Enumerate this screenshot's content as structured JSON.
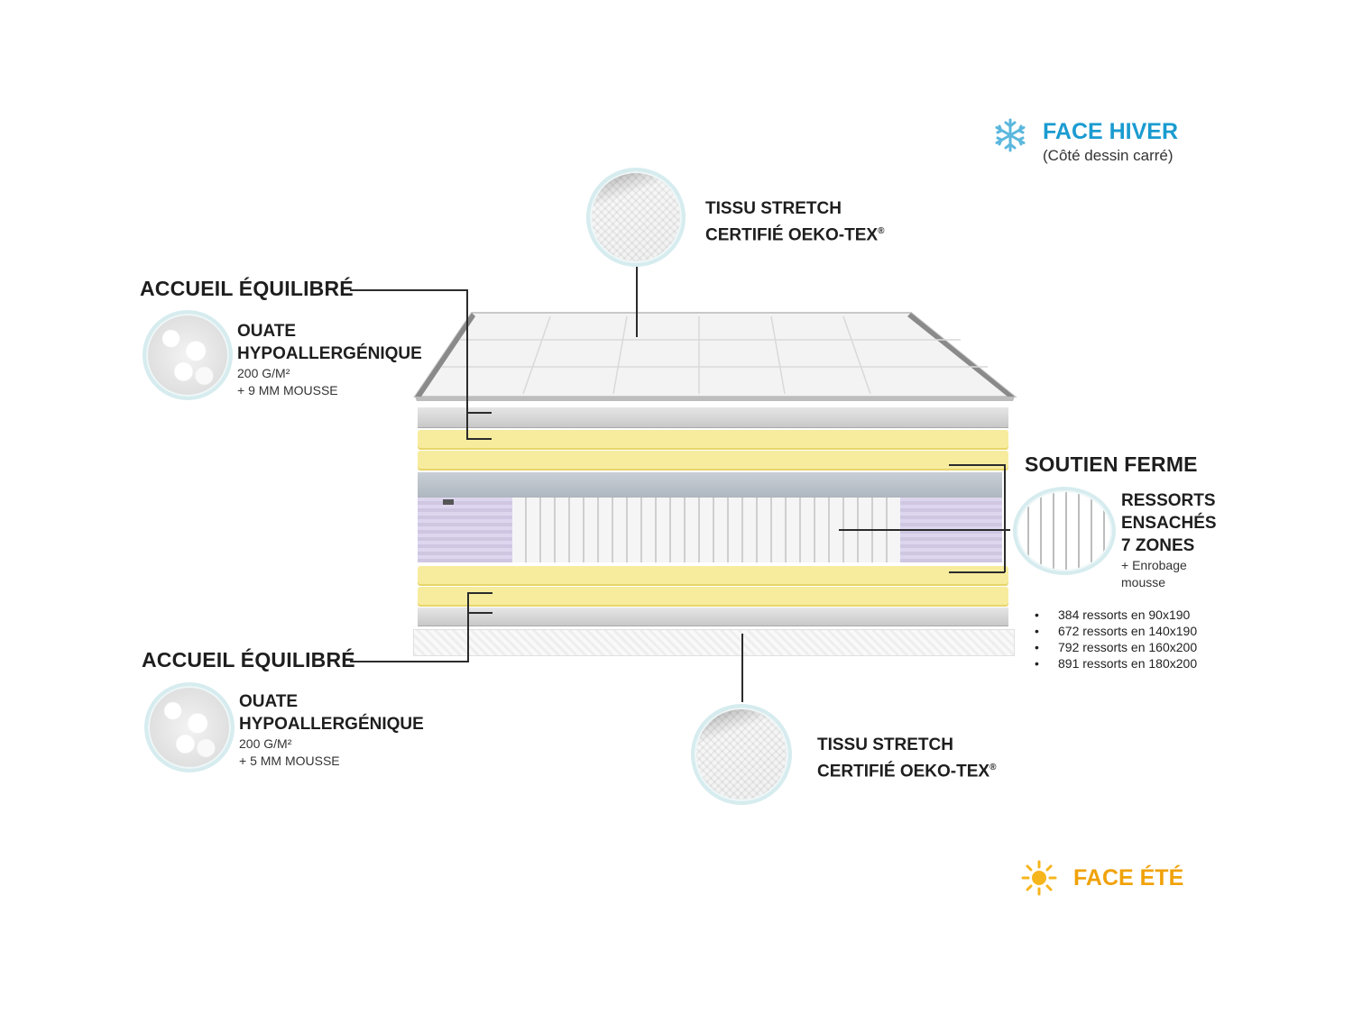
{
  "colors": {
    "winter": "#1a9bd0",
    "summer": "#f0a20a",
    "foam_yellow": "#f7ec9e",
    "leader": "#2b2b2b"
  },
  "winter_face": {
    "icon": "snowflake-icon",
    "title": "FACE HIVER",
    "subtitle": "(Côté dessin carré)"
  },
  "summer_face": {
    "icon": "sun-icon",
    "title": "FACE ÉTÉ"
  },
  "top_fabric": {
    "line1": "TISSU STRETCH",
    "line2": "CERTIFIÉ OEKO-TEX",
    "mark": "®"
  },
  "bottom_fabric": {
    "line1": "TISSU STRETCH",
    "line2": "CERTIFIÉ OEKO-TEX",
    "mark": "®"
  },
  "accueil_top": {
    "title": "ACCUEIL ÉQUILIBRÉ",
    "line1": "OUATE",
    "line2": "HYPOALLERGÉNIQUE",
    "detail1": "200 G/M²",
    "detail2": "+ 9 MM MOUSSE"
  },
  "accueil_bottom": {
    "title": "ACCUEIL ÉQUILIBRÉ",
    "line1": "OUATE",
    "line2": "HYPOALLERGÉNIQUE",
    "detail1": "200 G/M²",
    "detail2": "+ 5 MM MOUSSE"
  },
  "soutien": {
    "title": "SOUTIEN FERME",
    "line1": "RESSORTS",
    "line2": "ENSACHÉS",
    "line3": "7 ZONES",
    "detail1": "+ Enrobage",
    "detail2": "mousse",
    "counts": [
      "384 ressorts en 90x190",
      "672 ressorts en 140x190",
      "792 ressorts en 160x200",
      "891 ressorts en 180x200"
    ]
  }
}
